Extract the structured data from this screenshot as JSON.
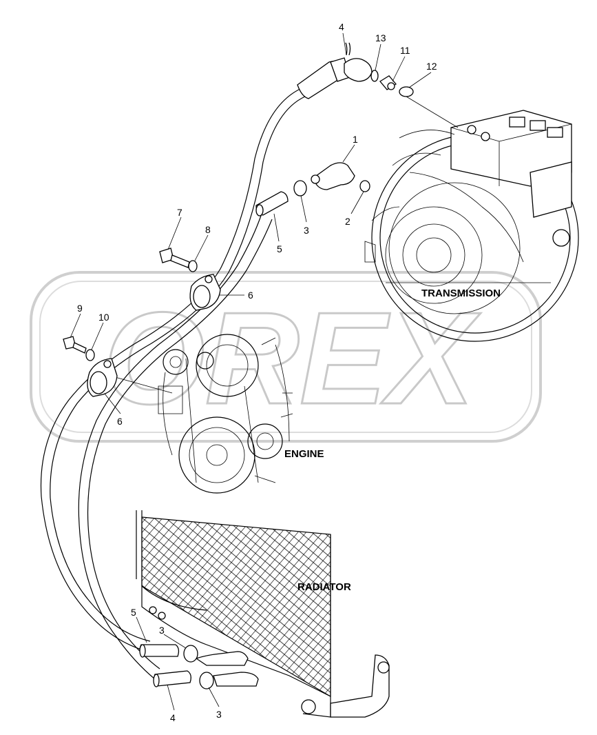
{
  "labels": {
    "transmission": "TRANSMISSION",
    "engine": "ENGINE",
    "radiator": "RADIATOR"
  },
  "watermark": "OREX",
  "callouts": {
    "c1": "1",
    "c2": "2",
    "c3a": "3",
    "c3b": "3",
    "c3c": "3",
    "c4a": "4",
    "c4b": "4",
    "c5a": "5",
    "c5b": "5",
    "c6a": "6",
    "c6b": "6",
    "c7": "7",
    "c8": "8",
    "c9": "9",
    "c10": "10",
    "c11": "11",
    "c12": "12",
    "c13": "13"
  }
}
